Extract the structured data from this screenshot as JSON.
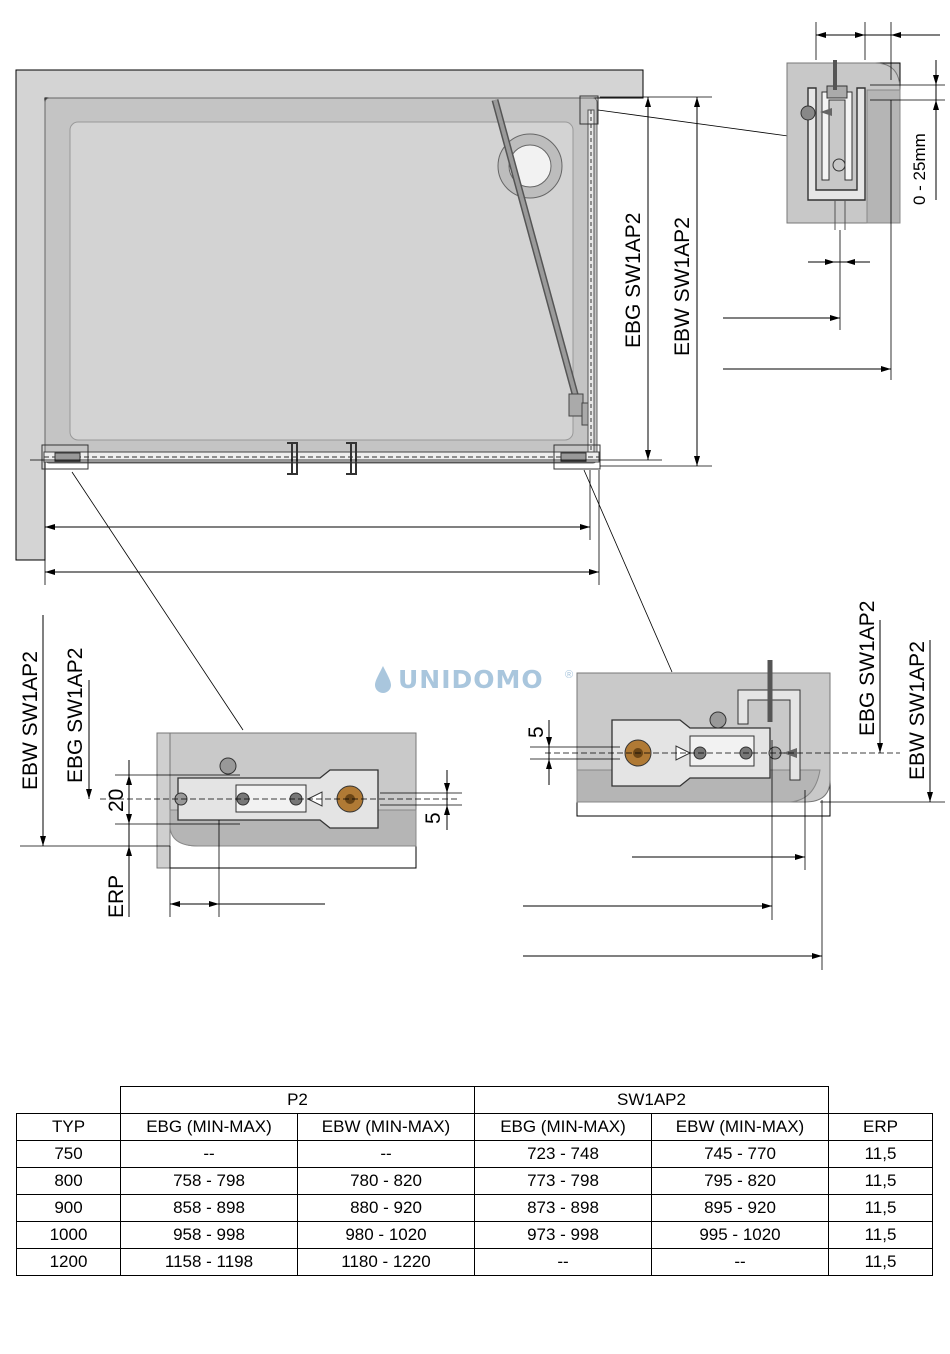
{
  "labels": {
    "ebg_sw1ap2": "EBG SW1AP2",
    "ebw_sw1ap2": "EBW SW1AP2",
    "range_0_25": "0 - 25mm",
    "erp": "ERP",
    "dim_20": "20",
    "dim_5": "5"
  },
  "watermark": "UNIDOMO",
  "watermark_mark": "®",
  "table": {
    "group_headers": [
      "P2",
      "SW1AP2"
    ],
    "columns": [
      "TYP",
      "EBG (MIN-MAX)",
      "EBW (MIN-MAX)",
      "EBG (MIN-MAX)",
      "EBW (MIN-MAX)",
      "ERP"
    ],
    "rows": [
      [
        "750",
        "--",
        "--",
        "723 - 748",
        "745 - 770",
        "11,5"
      ],
      [
        "800",
        "758 - 798",
        "780 - 820",
        "773 - 798",
        "795 - 820",
        "11,5"
      ],
      [
        "900",
        "858 - 898",
        "880 - 920",
        "873 - 898",
        "895 - 920",
        "11,5"
      ],
      [
        "1000",
        "958 - 998",
        "980 - 1020",
        "973 - 998",
        "995 - 1020",
        "11,5"
      ],
      [
        "1200",
        "1158 - 1198",
        "1180 - 1220",
        "--",
        "--",
        "11,5"
      ]
    ]
  },
  "colors": {
    "wall": "#d4d4d4",
    "tray": "#c8c8c8",
    "tray_inner": "#d2d2d2",
    "profile": "#8a8a8a",
    "brass": "#b07a35",
    "watermark": "#a9c6dd"
  }
}
